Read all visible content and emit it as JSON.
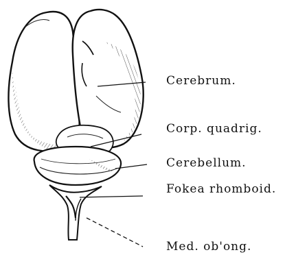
{
  "labels": {
    "cerebrum": "Cerebrum.",
    "corp_quadrig": "Corp. quadrig.",
    "cerebellum": "Cerebellum.",
    "fossa_rhomboid": "Fokea rhomboid.",
    "med_oblong": "Med. ob'ong."
  },
  "colors": {
    "ink": "#111111",
    "paper": "#ffffff"
  }
}
